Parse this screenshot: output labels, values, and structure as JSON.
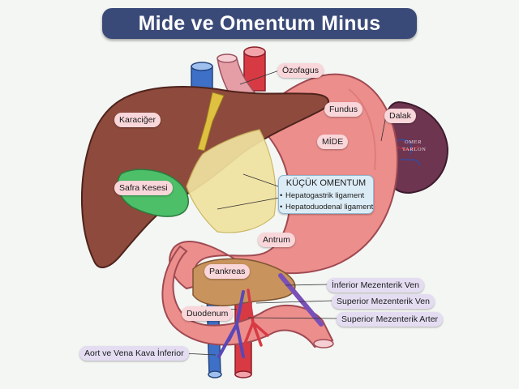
{
  "title": "Mide ve Omentum Minus",
  "labels": {
    "ozofagus": "Özofagus",
    "fundus": "Fundus",
    "dalak": "Dalak",
    "karaciger": "Karaciğer",
    "mide": "MİDE",
    "safra_kesesi": "Safra Kesesi",
    "antrum": "Antrum",
    "pankreas": "Pankreas",
    "duodenum": "Duodenum",
    "inferior_mezenterik_ven": "İnferior Mezenterik Ven",
    "superior_mezenterik_ven": "Superior Mezenterik Ven",
    "superior_mezenterik_arter": "Superior Mezenterik Arter",
    "aort_vena_kava": "Aort ve Vena Kava İnferior"
  },
  "omentum": {
    "title": "KÜÇÜK OMENTUM",
    "items": [
      "Hepatogastrik ligament",
      "Hepatoduodenal ligament"
    ]
  },
  "watermark": [
    "OMER",
    "TARLON"
  ],
  "colors": {
    "title_bg": "#3a4a78",
    "liver": "#8e4a3c",
    "stomach": "#ec8e8c",
    "spleen": "#6e3550",
    "gallbladder": "#4cbf68",
    "pancreas": "#c9935e",
    "artery": "#d83a44",
    "vein": "#3f70c8",
    "omentum": "#f0e2a0",
    "label_pink": "#f9d6da",
    "label_lavender": "#e4ddf2",
    "omentum_box": "#dcecf6"
  }
}
